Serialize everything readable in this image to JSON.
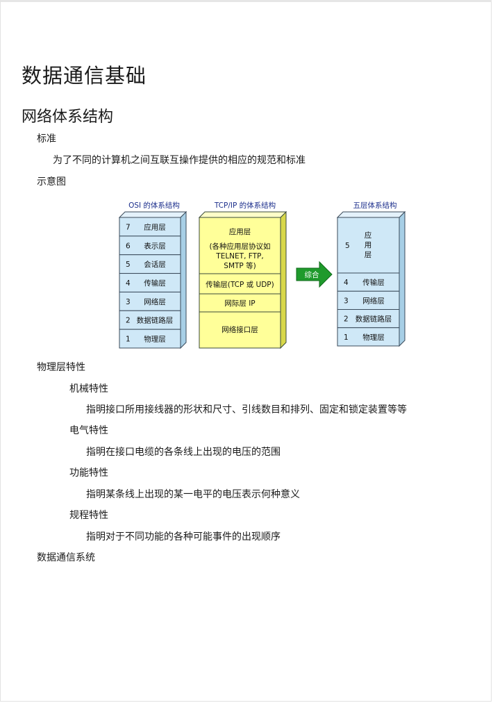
{
  "title": "数据通信基础",
  "section": "网络体系结构",
  "standard": {
    "heading": "标准",
    "text": "为了不同的计算机之间互联互操作提供的相应的规范和标准"
  },
  "diagram_heading": "示意图",
  "diagram": {
    "osi": {
      "title": "OSI 的体系结构",
      "layers": [
        {
          "num": "7",
          "name": "应用层"
        },
        {
          "num": "6",
          "name": "表示层"
        },
        {
          "num": "5",
          "name": "会话层"
        },
        {
          "num": "4",
          "name": "传输层"
        },
        {
          "num": "3",
          "name": "网络层"
        },
        {
          "num": "2",
          "name": "数据链路层"
        },
        {
          "num": "1",
          "name": "物理层"
        }
      ]
    },
    "tcpip": {
      "title": "TCP/IP 的体系结构",
      "app_lines": [
        "应用层",
        "(各种应用层协议如",
        "TELNET, FTP,",
        "SMTP 等)"
      ],
      "transport": "传输层(TCP 或 UDP)",
      "internet": "网际层 IP",
      "interface": "网络接口层"
    },
    "arrow_label": "综合",
    "five": {
      "title": "五层体系结构",
      "app_num": "5",
      "app_chars": [
        "应",
        "用",
        "层"
      ],
      "layers": [
        {
          "num": "4",
          "name": "传输层"
        },
        {
          "num": "3",
          "name": "网络层"
        },
        {
          "num": "2",
          "name": "数据链路层"
        },
        {
          "num": "1",
          "name": "物理层"
        }
      ]
    },
    "colors": {
      "blue_fill": "#cfe8f7",
      "yellow_fill": "#ffff99",
      "arrow_green": "#1f9a2c",
      "title_blue": "#1c2f8c"
    }
  },
  "physical": {
    "heading": "物理层特性",
    "items": [
      {
        "name": "机械特性",
        "desc": "指明接口所用接线器的形状和尺寸、引线数目和排列、固定和锁定装置等等"
      },
      {
        "name": "电气特性",
        "desc": "指明在接口电缆的各条线上出现的电压的范围"
      },
      {
        "name": "功能特性",
        "desc": "指明某条线上出现的某一电平的电压表示何种意义"
      },
      {
        "name": "规程特性",
        "desc": "指明对于不同功能的各种可能事件的出现顺序"
      }
    ]
  },
  "next_heading": "数据通信系统"
}
